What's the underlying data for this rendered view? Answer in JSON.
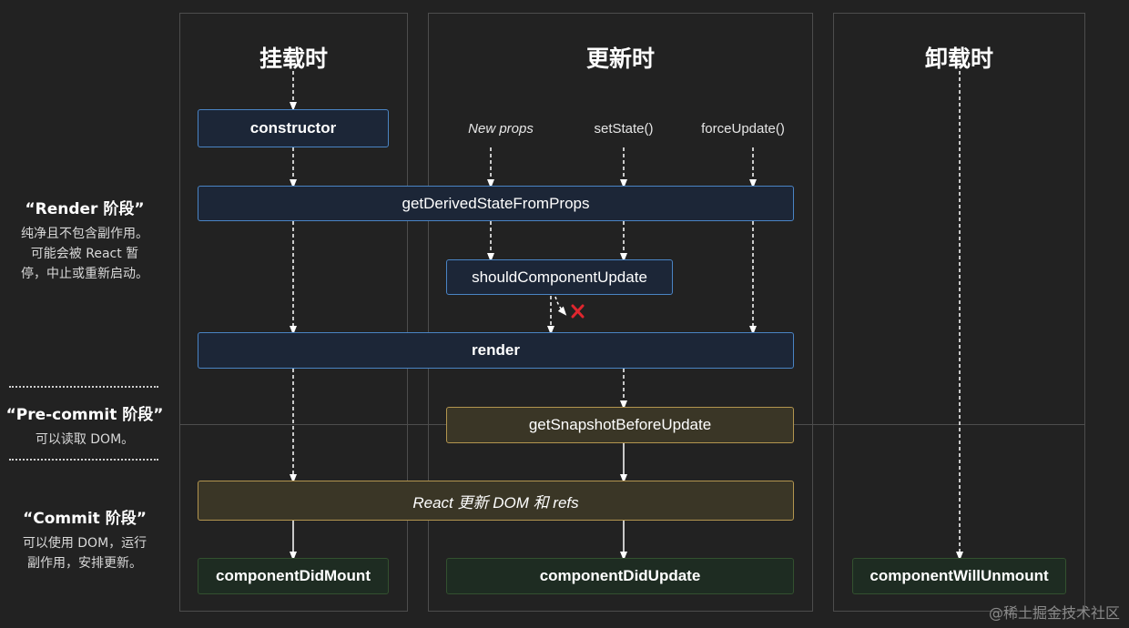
{
  "columns": {
    "mount": {
      "title": "挂载时"
    },
    "update": {
      "title": "更新时"
    },
    "unmount": {
      "title": "卸载时"
    }
  },
  "phases": {
    "render": {
      "title": "“Render 阶段”",
      "desc": [
        "纯净且不包含副作用。",
        "可能会被 React 暂",
        "停，中止或重新启动。"
      ]
    },
    "precommit": {
      "title": "“Pre-commit 阶段”",
      "desc": [
        "可以读取 DOM。"
      ]
    },
    "commit": {
      "title": "“Commit 阶段”",
      "desc": [
        "可以使用 DOM，运行",
        "副作用，安排更新。"
      ]
    }
  },
  "triggers": {
    "new_props": "New props",
    "set_state": "setState()",
    "force_update": "forceUpdate()"
  },
  "methods": {
    "constructor": "constructor",
    "get_derived_state": "getDerivedStateFromProps",
    "should_update": "shouldComponentUpdate",
    "render": "render",
    "get_snapshot": "getSnapshotBeforeUpdate",
    "react_update_dom": "React 更新 DOM 和 refs",
    "did_mount": "componentDidMount",
    "did_update": "componentDidUpdate",
    "will_unmount": "componentWillUnmount"
  },
  "colors": {
    "background": "#222222",
    "render_box_border": "#4a84c4",
    "yellow_box_border": "#b3954f",
    "green_box_border": "#33512f",
    "cancel_mark": "#e0262e"
  },
  "watermark": "@稀土掘金技术社区"
}
